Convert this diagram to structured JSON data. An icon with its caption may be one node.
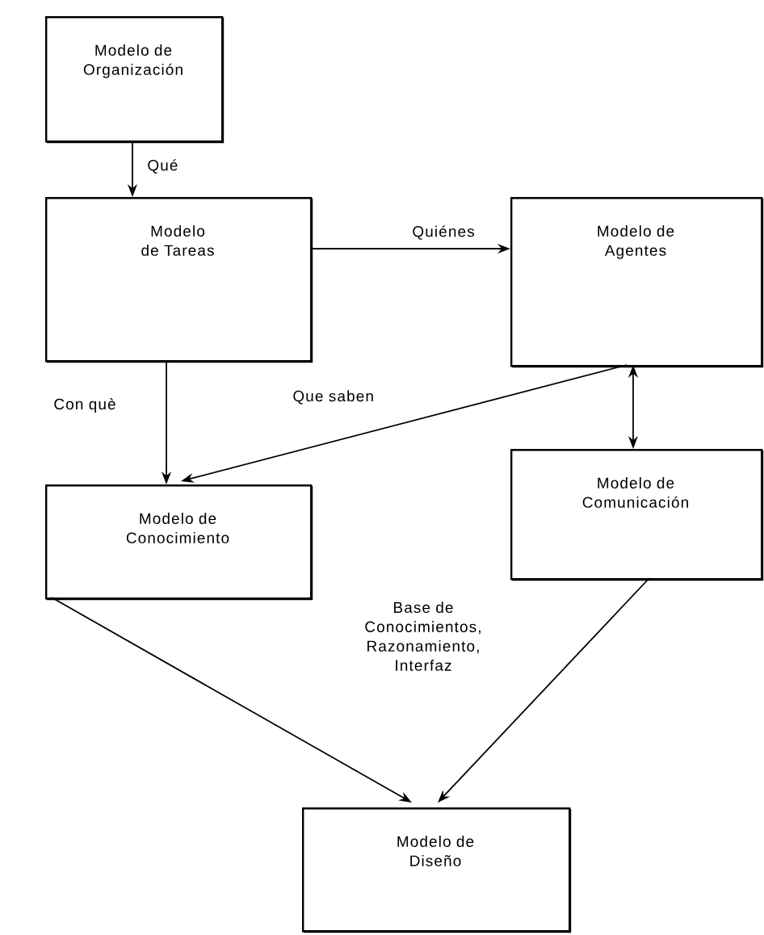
{
  "diagram": {
    "nodes": [
      {
        "text": [
          "Modelo de Organización"
        ]
      },
      {
        "text": [
          "Modelo de Tareas"
        ]
      },
      {
        "text": [
          "Modelo de Agentes"
        ]
      },
      {
        "text": [
          "Modelo de Conocimiento"
        ]
      },
      {
        "text": [
          "Modelo de Comunicación"
        ]
      },
      {
        "text": [
          "Modelo de Diseño"
        ]
      }
    ],
    "edges": [
      {
        "from": 0,
        "to": 1,
        "arrow": "to",
        "label": "Qué"
      },
      {
        "from": 1,
        "to": 2,
        "arrow": "to",
        "label": "Quiénes"
      },
      {
        "from": 1,
        "to": 3,
        "arrow": "to",
        "label": "Con què"
      },
      {
        "from": 2,
        "to": 3,
        "arrow": "to",
        "label": "Que saben"
      },
      {
        "from": 2,
        "to": 4,
        "arrow": "both"
      },
      {
        "from": 3,
        "to": 5,
        "arrow": "to"
      },
      {
        "from": 4,
        "to": 5,
        "arrow": "to"
      }
    ],
    "labels": [
      "Base de Conocimientos, Razonamiento, Interfaz"
    ]
  }
}
